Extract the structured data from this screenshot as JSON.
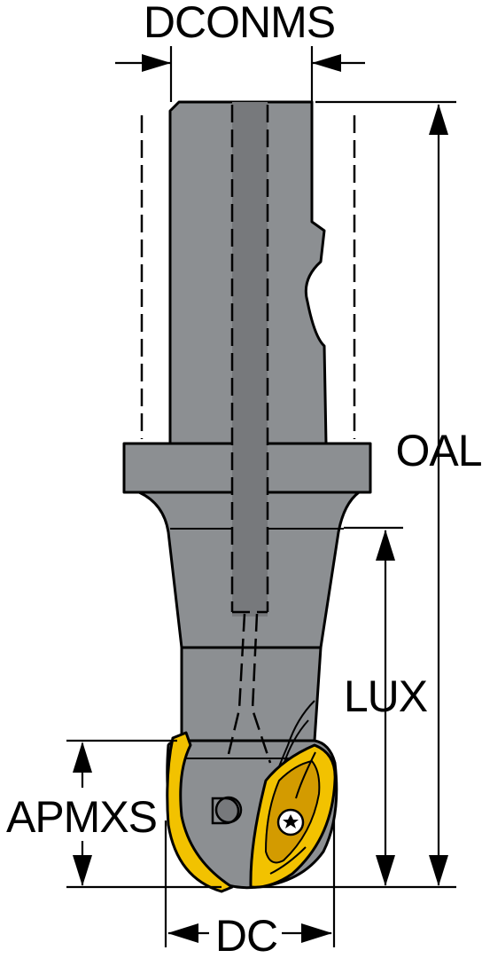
{
  "labels": {
    "dconms": "DCONMS",
    "oal": "OAL",
    "lux": "LUX",
    "apmxs": "APMXS",
    "dc": "DC"
  },
  "colors": {
    "body": "#8c8f92",
    "body_light": "#a8abae",
    "bore": "#77797c",
    "insert": "#f2c200",
    "insert_shade": "#d39b00",
    "line": "#000000"
  }
}
